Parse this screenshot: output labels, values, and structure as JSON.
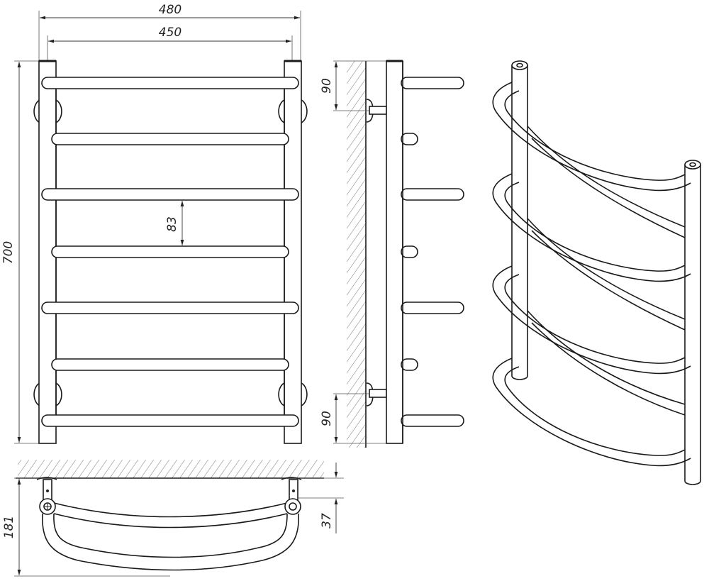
{
  "diagram": {
    "subject": "Stepped towel warmer (ladder type) technical drawing",
    "views": [
      {
        "name": "front-view",
        "rungs": 7,
        "rung_pattern": [
          "long",
          "short",
          "long",
          "short",
          "long",
          "short",
          "long"
        ]
      },
      {
        "name": "side-view",
        "mount": "wall"
      },
      {
        "name": "top-view",
        "mount": "wall"
      },
      {
        "name": "isometric-view",
        "rungs": 4
      }
    ],
    "dimensions": {
      "overall_width": "480",
      "center_width": "450",
      "height": "700",
      "rung_spacing": "83",
      "mount_offset_top": "90",
      "mount_offset_bottom": "90",
      "depth": "181",
      "wall_gap": "37"
    },
    "colors": {
      "line": "#1a1a1a",
      "background": "#ffffff",
      "hatch": "#777777"
    }
  }
}
